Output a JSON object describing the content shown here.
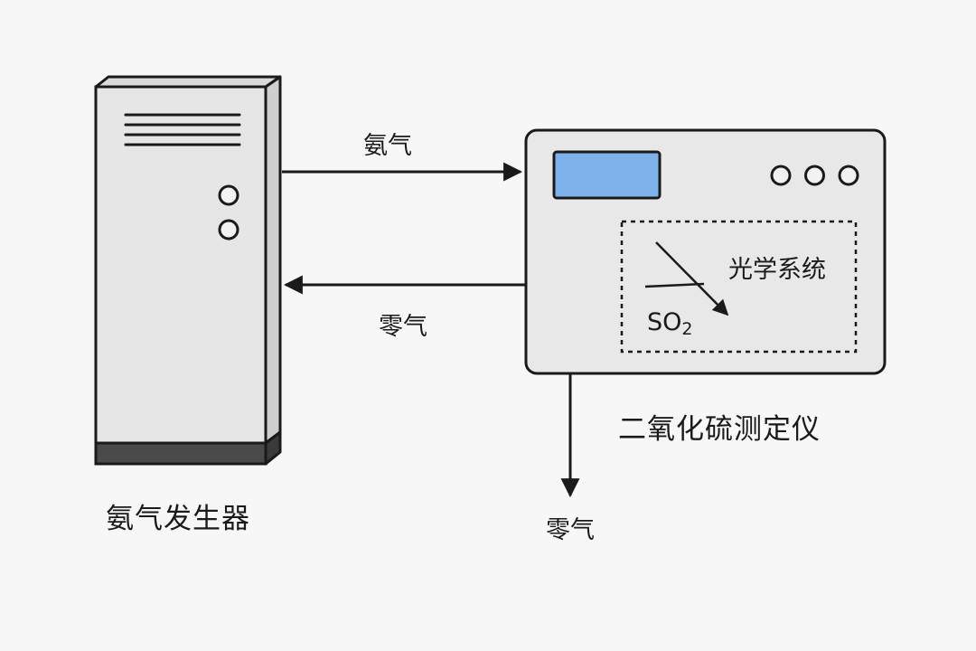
{
  "generator": {
    "label": "氨气发生器"
  },
  "analyzer": {
    "label": "二氧化硫测定仪",
    "display_color": "#7fb2ea",
    "knob_count": 3,
    "optical_box": {
      "label": "光学系统",
      "gas_main": "SO",
      "gas_sub": "2"
    }
  },
  "flows": {
    "to_analyzer": "氨气",
    "to_generator": "零气",
    "exhaust": "零气"
  },
  "colors": {
    "stroke": "#1a1a1a",
    "device_fill": "#e6e6e6",
    "panel_fill": "#e8e8e8",
    "base_fill": "#4a4a4a",
    "background": "#f7f7f7"
  }
}
